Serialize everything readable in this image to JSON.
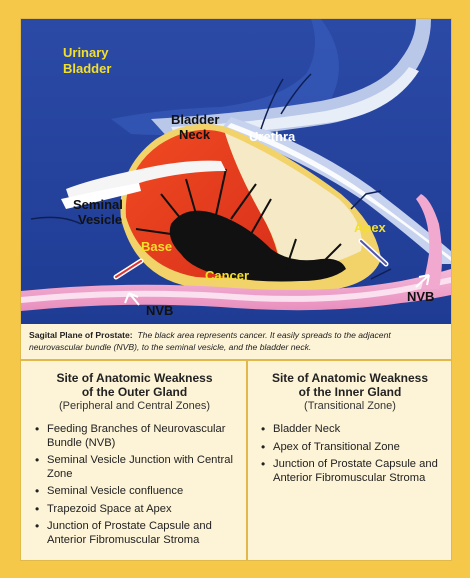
{
  "labels": {
    "urinary": "Urinary",
    "bladder": "Bladder",
    "bladder_neck_1": "Bladder",
    "bladder_neck_2": "Neck",
    "urethra": "Urethra",
    "seminal_1": "Seminal",
    "seminal_2": "Vesicle",
    "apex": "Apex",
    "base": "Base",
    "cancer": "Cancer",
    "nvb_left": "NVB",
    "nvb_right": "NVB"
  },
  "caption": {
    "title": "Sagital Plane of Prostate:",
    "text": "The black area represents cancer. It easily spreads to the adjacent neurovascular bundle (NVB), to the seminal vesicle, and the bladder neck."
  },
  "outer": {
    "heading_1": "Site of Anatomic Weakness",
    "heading_2": "of the Outer Gland",
    "subheading": "(Peripheral and Central Zones)",
    "items": [
      "Feeding Branches of Neurovascular Bundle (NVB)",
      "Seminal Vesicle Junction with Central Zone",
      "Seminal Vesicle confluence",
      "Trapezoid Space at Apex",
      "Junction of Prostate Capsule and Anterior Fibromuscular Stroma"
    ]
  },
  "inner": {
    "heading_1": "Site of Anatomic Weakness",
    "heading_2": "of the Inner Gland",
    "subheading": "(Transitional Zone)",
    "items": [
      "Bladder Neck",
      "Apex of Transitional Zone",
      "Junction of Prostate Capsule and Anterior Fibromuscular Stroma"
    ]
  },
  "colors": {
    "frame": "#f6c84a",
    "panel": "#fdf3d6",
    "background_blue": "#2e4fa8",
    "prostate_red": "#e63a1e",
    "cancer_black": "#111111",
    "capsule_yellow": "#f2d36a",
    "label_yellow": "#f4e028"
  }
}
